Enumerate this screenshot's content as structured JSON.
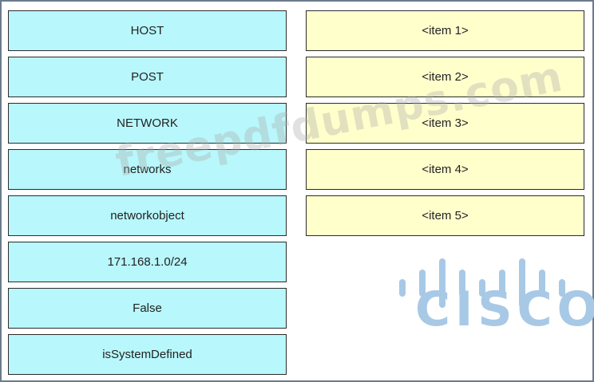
{
  "left_tiles": [
    "HOST",
    "POST",
    "NETWORK",
    "networks",
    "networkobject",
    "171.168.1.0/24",
    "False",
    "isSystemDefined"
  ],
  "right_slots": [
    "<item 1>",
    "<item 2>",
    "<item 3>",
    "<item 4>",
    "<item 5>"
  ],
  "watermark": "freepdfdumps.com",
  "logo": {
    "text": "CISCO",
    "color": "#a8c9e6"
  },
  "colors": {
    "tile_bg": "#b8f7fb",
    "slot_bg": "#ffffcc",
    "border": "#2b2b2b"
  }
}
